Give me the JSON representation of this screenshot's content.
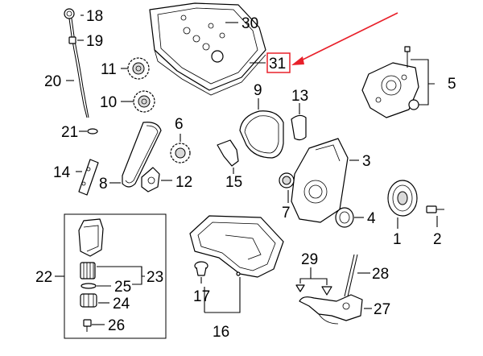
{
  "diagram": {
    "callouts": [
      {
        "id": "1",
        "label": "1"
      },
      {
        "id": "2",
        "label": "2"
      },
      {
        "id": "3",
        "label": "3"
      },
      {
        "id": "4",
        "label": "4"
      },
      {
        "id": "5",
        "label": "5"
      },
      {
        "id": "6",
        "label": "6"
      },
      {
        "id": "7",
        "label": "7"
      },
      {
        "id": "8",
        "label": "8"
      },
      {
        "id": "9",
        "label": "9"
      },
      {
        "id": "10",
        "label": "10"
      },
      {
        "id": "11",
        "label": "11"
      },
      {
        "id": "12",
        "label": "12"
      },
      {
        "id": "13",
        "label": "13"
      },
      {
        "id": "14",
        "label": "14"
      },
      {
        "id": "15",
        "label": "15"
      },
      {
        "id": "16",
        "label": "16"
      },
      {
        "id": "17",
        "label": "17"
      },
      {
        "id": "18",
        "label": "18"
      },
      {
        "id": "19",
        "label": "19"
      },
      {
        "id": "20",
        "label": "20"
      },
      {
        "id": "21",
        "label": "21"
      },
      {
        "id": "22",
        "label": "22"
      },
      {
        "id": "23",
        "label": "23"
      },
      {
        "id": "24",
        "label": "24"
      },
      {
        "id": "25",
        "label": "25"
      },
      {
        "id": "26",
        "label": "26"
      },
      {
        "id": "27",
        "label": "27"
      },
      {
        "id": "28",
        "label": "28"
      },
      {
        "id": "29",
        "label": "29"
      },
      {
        "id": "30",
        "label": "30"
      },
      {
        "id": "31",
        "label": "31"
      }
    ],
    "highlighted_callout": "31",
    "highlight_color": "#e8202a",
    "line_color": "#000000",
    "background_color": "#ffffff"
  }
}
